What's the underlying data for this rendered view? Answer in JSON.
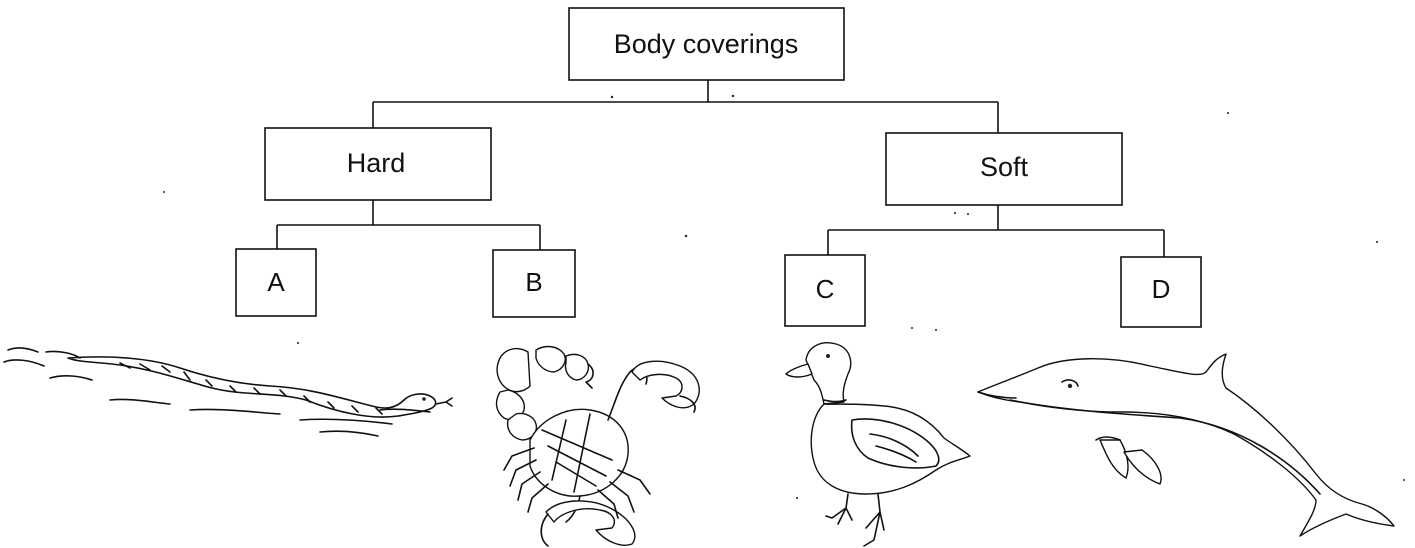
{
  "root": {
    "label": "Body coverings"
  },
  "branches": [
    {
      "label": "Hard",
      "children": [
        "A",
        "B"
      ]
    },
    {
      "label": "Soft",
      "children": [
        "C",
        "D"
      ]
    }
  ],
  "animals": [
    "snake-icon",
    "scorpion-icon",
    "duck-icon",
    "dolphin-icon"
  ]
}
